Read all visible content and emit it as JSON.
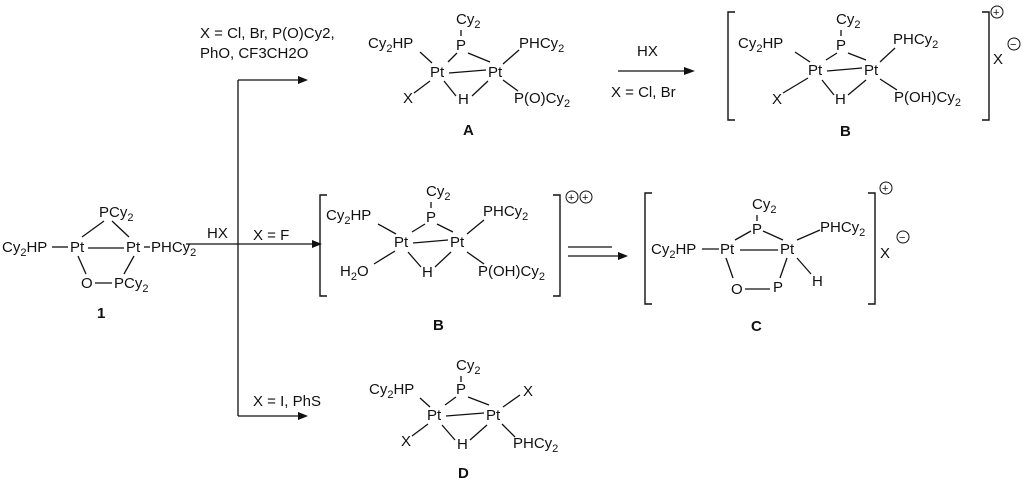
{
  "compound_1": {
    "label": "1",
    "pcy2_top": "PCy",
    "pt_left": "Pt",
    "pt_right": "Pt",
    "cy2hp": "Cy",
    "cy2hp_tail": "HP",
    "phcy2": "PHCy",
    "o": "O",
    "pcy2_bottom": "PCy",
    "sub2": "2"
  },
  "reagents": {
    "hx_main": "HX",
    "x_cl_br_line1": "X = Cl, Br, P(O)Cy2,",
    "x_cl_br_line2": "PhO, CF3CH2O",
    "x_f": "X = F",
    "x_i": "X = I, PhS",
    "hx_to_b": "HX",
    "x_cl_br_short": "X = Cl, Br"
  },
  "compound_A": {
    "label": "A",
    "cy2": "Cy",
    "p_bridge": "P",
    "pt1": "Pt",
    "pt2": "Pt",
    "cy2hp": "Cy",
    "hp": "HP",
    "phcy2": "PHCy",
    "x": "X",
    "h": "H",
    "poxcy2": "P(O)Cy",
    "sub2": "2"
  },
  "compound_B_top": {
    "label": "B",
    "cy2": "Cy",
    "p_bridge": "P",
    "pt1": "Pt",
    "pt2": "Pt",
    "cy2hp": "Cy",
    "hp": "HP",
    "phcy2": "PHCy",
    "x": "X",
    "h": "H",
    "pohcy2": "P(OH)Cy",
    "counter_x": "X",
    "sub2": "2",
    "charge_plus": "+",
    "charge_minus": "−"
  },
  "compound_B_mid": {
    "label": "B",
    "cy2": "Cy",
    "p_bridge": "P",
    "pt1": "Pt",
    "pt2": "Pt",
    "cy2hp": "Cy",
    "hp": "HP",
    "phcy2": "PHCy",
    "h2o": "H",
    "h2o_o": "O",
    "h": "H",
    "pohcy2": "P(OH)Cy",
    "sub2": "2",
    "charge_plus": "+"
  },
  "compound_C": {
    "label": "C",
    "cy2": "Cy",
    "p_bridge": "P",
    "pt1": "Pt",
    "pt2": "Pt",
    "cy2hp": "Cy",
    "hp": "HP",
    "phcy2": "PHCy",
    "o": "O",
    "p_ring": "P",
    "h": "H",
    "counter_x": "X",
    "sub2": "2",
    "charge_plus": "+",
    "charge_minus": "−"
  },
  "compound_D": {
    "label": "D",
    "cy2": "Cy",
    "p_bridge": "P",
    "pt1": "Pt",
    "pt2": "Pt",
    "cy2hp": "Cy",
    "hp": "HP",
    "phcy2": "PHCy",
    "x_left": "X",
    "x_right": "X",
    "h": "H",
    "sub2": "2"
  }
}
